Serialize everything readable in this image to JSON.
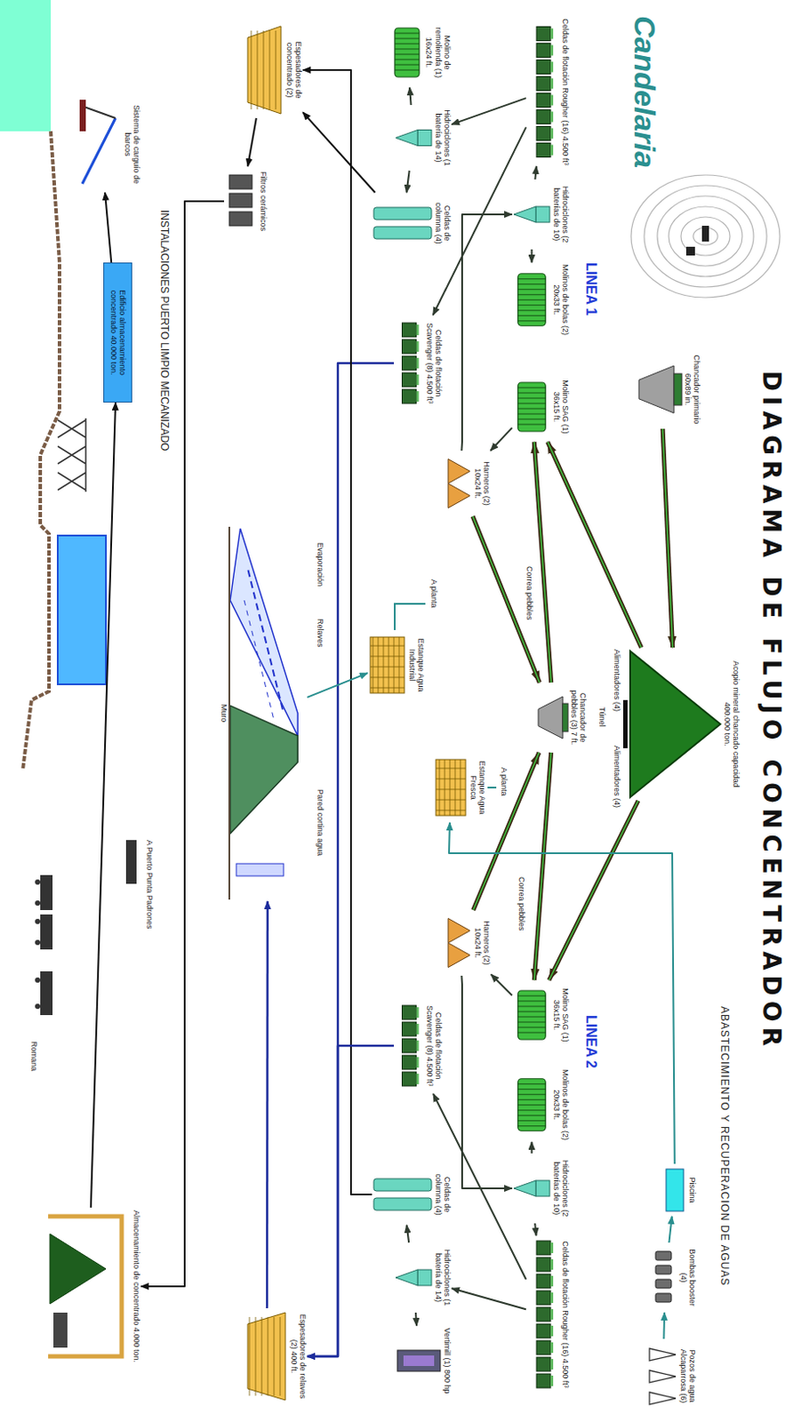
{
  "diagram": {
    "title": "DIAGRAMA DE FLUJO CONCENTRADOR",
    "nodes": [
      {
        "text": [
          "Chancador primario 60x89 in."
        ]
      },
      {
        "text": [
          "Acopio mineral chancado capacidad 400.000 ton."
        ]
      },
      {
        "text": [
          "Molino SAG (1) 36x15 ft."
        ]
      },
      {
        "text": [
          "Harneros (2) 10x24 ft."
        ]
      },
      {
        "text": [
          "Molinos de bolas (2) 20x33 ft."
        ]
      },
      {
        "text": [
          "Hidrociclones (2 baterías de 10)"
        ]
      },
      {
        "text": [
          "Celdas de flotación Rougher (16) 4.500 ft³"
        ]
      },
      {
        "text": [
          "Hidrociclones (1 batería de 14)"
        ]
      },
      {
        "text": [
          "Molino de remolienda (1) 16x24 ft."
        ]
      },
      {
        "text": [
          "Celdas de columna (4)"
        ]
      },
      {
        "text": [
          "Celdas de flotación Scavenger (8) 4.500 ft³"
        ]
      },
      {
        "text": [
          "Chancador de pebbles (3) 7 ft."
        ]
      },
      {
        "text": [
          "Estanque Agua Fresca"
        ]
      },
      {
        "text": [
          "Estanque Agua Industrial"
        ]
      },
      {
        "text": [
          "Molino SAG (1) 36x15 ft."
        ]
      },
      {
        "text": [
          "Harneros (2) 10x24 ft."
        ]
      },
      {
        "text": [
          "Molinos de bolas (2) 20x33 ft."
        ]
      },
      {
        "text": [
          "Hidrociclones (2 baterías de 10)"
        ]
      },
      {
        "text": [
          "Celdas de flotación Rougher (16) 4.500 ft³"
        ]
      },
      {
        "text": [
          "Hidrociclones (1 batería de 14)"
        ]
      },
      {
        "text": [
          "Vertimill (1) 800 hp"
        ]
      },
      {
        "text": [
          "Celdas de columna (4)"
        ]
      },
      {
        "text": [
          "Celdas de flotación Scavenger (8) 4.500 ft³"
        ]
      },
      {
        "text": [
          "Espesadores de concentrado (2)"
        ]
      },
      {
        "text": [
          "Filtros cerámicos"
        ]
      },
      {
        "text": [
          "Espesadores de relaves (2) 400 ft."
        ]
      },
      {
        "text": [
          "Muro"
        ]
      },
      {
        "text": [
          "Piscina"
        ]
      },
      {
        "text": [
          "Bombas booster (4)"
        ]
      },
      {
        "text": [
          "Pozos de agua Alcaparrosa (6)"
        ]
      },
      {
        "text": [
          "Almacenamiento de concentrado 4.000 ton."
        ]
      },
      {
        "text": [
          "Edificio almacenamiento concentrado 40.000 ton."
        ]
      },
      {
        "text": [
          "Sistema de carguío de barcos"
        ]
      }
    ],
    "edges": [
      {
        "from": 0,
        "to": 1,
        "arrow": "to"
      },
      {
        "from": 1,
        "to": 2,
        "arrow": "to"
      },
      {
        "from": 1,
        "to": 14,
        "arrow": "to"
      },
      {
        "from": 2,
        "to": 3,
        "arrow": "to"
      },
      {
        "from": 3,
        "to": 11,
        "arrow": "to"
      },
      {
        "from": 11,
        "to": 2,
        "arrow": "to"
      },
      {
        "from": 3,
        "to": 5,
        "arrow": "to"
      },
      {
        "from": 5,
        "to": 4,
        "arrow": "to"
      },
      {
        "from": 5,
        "to": 6,
        "arrow": "to"
      },
      {
        "from": 6,
        "to": 7,
        "arrow": "to"
      },
      {
        "from": 7,
        "to": 8,
        "arrow": "to"
      },
      {
        "from": 7,
        "to": 9,
        "arrow": "to"
      },
      {
        "from": 6,
        "to": 10,
        "arrow": "to"
      },
      {
        "from": 9,
        "to": 23,
        "arrow": "to"
      },
      {
        "from": 10,
        "to": 25,
        "arrow": "to"
      },
      {
        "from": 14,
        "to": 15,
        "arrow": "to"
      },
      {
        "from": 15,
        "to": 11,
        "arrow": "to"
      },
      {
        "from": 11,
        "to": 14,
        "arrow": "to"
      },
      {
        "from": 15,
        "to": 17,
        "arrow": "to"
      },
      {
        "from": 17,
        "to": 16,
        "arrow": "to"
      },
      {
        "from": 17,
        "to": 18,
        "arrow": "to"
      },
      {
        "from": 18,
        "to": 19,
        "arrow": "to"
      },
      {
        "from": 19,
        "to": 20,
        "arrow": "to"
      },
      {
        "from": 19,
        "to": 21,
        "arrow": "to"
      },
      {
        "from": 18,
        "to": 22,
        "arrow": "to"
      },
      {
        "from": 21,
        "to": 23,
        "arrow": "to"
      },
      {
        "from": 22,
        "to": 25,
        "arrow": "to"
      },
      {
        "from": 23,
        "to": 24,
        "arrow": "to"
      },
      {
        "from": 24,
        "to": 30,
        "arrow": "to"
      },
      {
        "from": 30,
        "to": 31,
        "arrow": "to"
      },
      {
        "from": 31,
        "to": 32,
        "arrow": "to"
      },
      {
        "from": 25,
        "to": 26,
        "arrow": "to"
      },
      {
        "from": 26,
        "to": 13,
        "arrow": "to"
      },
      {
        "from": 29,
        "to": 28,
        "arrow": "to"
      },
      {
        "from": 28,
        "to": 27,
        "arrow": "to"
      },
      {
        "from": 27,
        "to": 12,
        "arrow": "to"
      }
    ],
    "labels": [
      "Candelaria",
      "LINEA 1",
      "LINEA 2",
      "ABASTECIMIENTO Y RECUPERACION DE AGUAS",
      "Alimentadores (4)",
      "Alimentadores (4)",
      "Túnel",
      "Correa pebbles",
      "Correa pebbles",
      "A planta",
      "A planta",
      "Evaporación",
      "Relaves",
      "Pared cortina agua",
      "INSTALACIONES PUERTO LIMPIO MECANIZADO",
      "A Puerto Punta Padrones",
      "Romana"
    ]
  }
}
